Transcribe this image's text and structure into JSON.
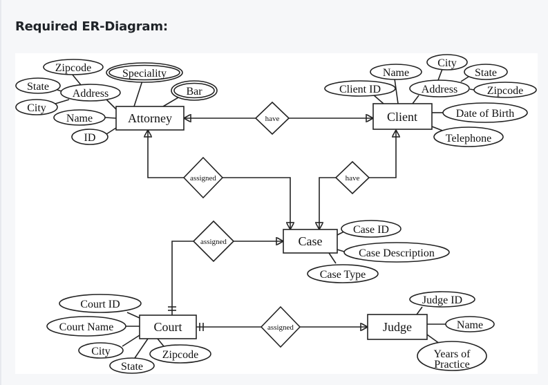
{
  "page": {
    "heading": "Required ER-Diagram:"
  },
  "diagram": {
    "entities": {
      "attorney": "Attorney",
      "client": "Client",
      "case": "Case",
      "court": "Court",
      "judge": "Judge"
    },
    "relationships": {
      "attorney_client": "have",
      "attorney_case": "assigned",
      "client_case": "have",
      "court_case": "assigned",
      "court_judge": "assigned"
    },
    "attributes": {
      "attorney": {
        "zipcode": "Zipcode",
        "state": "State",
        "address": "Address",
        "city": "City",
        "name": "Name",
        "id": "ID",
        "speciality": "Speciality",
        "bar": "Bar"
      },
      "client": {
        "name": "Name",
        "city": "City",
        "state": "State",
        "client_id": "Client ID",
        "address": "Address",
        "zipcode": "Zipcode",
        "dob": "Date of Birth",
        "telephone": "Telephone"
      },
      "case": {
        "case_id": "Case ID",
        "case_description": "Case Description",
        "case_type": "Case Type"
      },
      "court": {
        "court_id": "Court ID",
        "court_name": "Court Name",
        "city": "City",
        "state": "State",
        "zipcode": "Zipcode"
      },
      "judge": {
        "judge_id": "Judge ID",
        "name": "Name",
        "years_line1": "Years of",
        "years_line2": "Practice"
      }
    },
    "multivalued_attributes": [
      "Speciality",
      "Bar"
    ],
    "cardinalities": [
      {
        "from": "Attorney",
        "to": "Client",
        "via": "have",
        "attorney_end": "one-or-many",
        "client_end": "one-or-many"
      },
      {
        "from": "Attorney",
        "to": "Case",
        "via": "assigned",
        "attorney_end": "one-or-many",
        "case_end": "one-or-many"
      },
      {
        "from": "Client",
        "to": "Case",
        "via": "have",
        "client_end": "one-or-many",
        "case_end": "one-or-many"
      },
      {
        "from": "Court",
        "to": "Case",
        "via": "assigned",
        "court_end": "one-and-only-one",
        "case_end": "one-or-many"
      },
      {
        "from": "Court",
        "to": "Judge",
        "via": "assigned",
        "court_end": "one-and-only-one",
        "judge_end": "one-or-many"
      }
    ]
  }
}
